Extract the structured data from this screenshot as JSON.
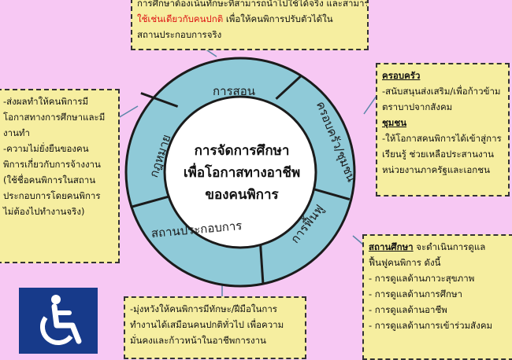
{
  "center": {
    "lines": [
      "การจัดการศึกษา",
      "เพื่อโอกาสทางอาชีพ",
      "ของคนพิการ"
    ]
  },
  "segments": {
    "teaching": "การสอน",
    "family": "ครอบครัว/ชุมชน",
    "rehab": "การฟื้นฟู",
    "workplace": "สถานประกอบการ",
    "law": "กฎหมาย"
  },
  "box_top": {
    "line1": "การศึกษาต้องเน้นทักษะที่สามารถนำไปใช้ได้จริง และสามารถนำไป",
    "line2_red": "ใช้เช่นเดียวกับคนปกติ",
    "line2_rest": " เพื่อให้คนพิการปรับตัวได้ใน",
    "line3": "สถานประกอบการจริง"
  },
  "box_left": {
    "lines": [
      "-ส่งผลทำให้คนพิการมี",
      "โอกาสทางการศึกษาและมี",
      "งานทำ",
      "-ความไม่ยั่งยืนของคน",
      "พิการเกี่ยวกับการจ้างงาน",
      "(ใช้ชื่อคนพิการในสถาน",
      "ประกอบการโดยคนพิการ",
      "ไม่ต้องไปทำงานจริง)"
    ]
  },
  "box_right": {
    "family_heading": "ครอบครัว",
    "family_lines": [
      "-สนับสนุนส่งเสริม/เพื่อก้าวข้าม",
      "ตราบาปจากสังคม"
    ],
    "community_heading": "ชุมชน",
    "community_lines": [
      "-ให้โอกาสคนพิการได้เข้าสู่การ",
      "เรียนรู้ ช่วยเหลือประสานงาน",
      "หน่วยงานภาครัฐและเอกชน"
    ]
  },
  "box_bottom_right": {
    "heading": "สถานศึกษา",
    "intro_rest": " จะดำเนินการดูแล",
    "intro_line2": "ฟื้นฟูคนพิการ ดังนี้",
    "items": [
      "- การดูแลด้านภาวะสุขภาพ",
      "- การดูแลด้านการศึกษา",
      "- การดูแลด้านอาชีพ",
      "- การดูแลด้านการเข้าร่วมสังคม"
    ]
  },
  "box_bottom": {
    "lines": [
      "-มุ่งหวังให้คนพิการมีทักษะ/ฝีมือในการ",
      "ทำงานได้เสมือนคนปกติทั่วไป เพื่อความ",
      "มั่นคงและก้าวหน้าในอาชีพการงาน"
    ]
  },
  "colors": {
    "background": "#f7c8f3",
    "box": "#f6eea0",
    "ring": "#8fcad8",
    "wheel_border": "#1b1b1b",
    "connector": "#5a86a8",
    "icon": "#173a8a"
  },
  "icons": {
    "accessibility": "wheelchair-icon"
  }
}
